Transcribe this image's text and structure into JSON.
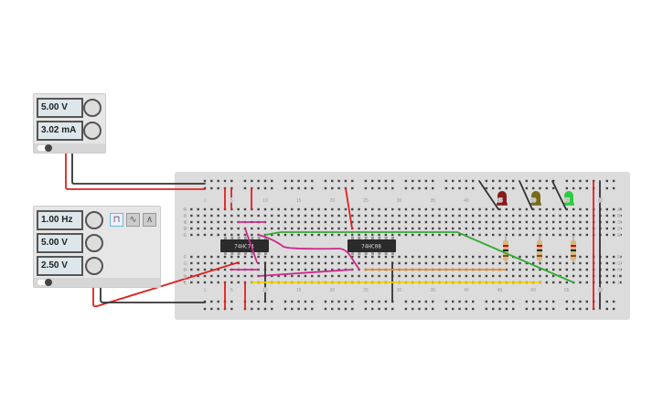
{
  "power_supply": {
    "voltage": "5.00 V",
    "current": "3.02 mA"
  },
  "function_generator": {
    "frequency": "1.00 Hz",
    "amplitude": "5.00 V",
    "dc_offset": "2.50 V",
    "waveforms": [
      "square-wave-icon",
      "sine-wave-icon",
      "triangle-wave-icon"
    ],
    "selected_waveform": "square"
  },
  "breadboard": {
    "row_labels_top": [
      "A",
      "B",
      "C",
      "D",
      "E"
    ],
    "row_labels_bottom": [
      "F",
      "G",
      "H",
      "I",
      "J"
    ],
    "column_labels": [
      "1",
      "5",
      "10",
      "15",
      "20",
      "25",
      "30",
      "35",
      "40",
      "45",
      "50",
      "55",
      "60"
    ]
  },
  "chips": [
    {
      "label": "74HC74"
    },
    {
      "label": "74HC08"
    }
  ],
  "leds": [
    {
      "color": "#8b1a1a"
    },
    {
      "color": "#7a6a1a"
    },
    {
      "color": "#2ecc40"
    }
  ],
  "colors": {
    "red_wire": "#e02020",
    "black_wire": "#333333",
    "magenta_wire": "#cc2a8a",
    "green_wire": "#33aa33",
    "orange_wire": "#f08a24",
    "yellow_wire": "#f0d000"
  }
}
